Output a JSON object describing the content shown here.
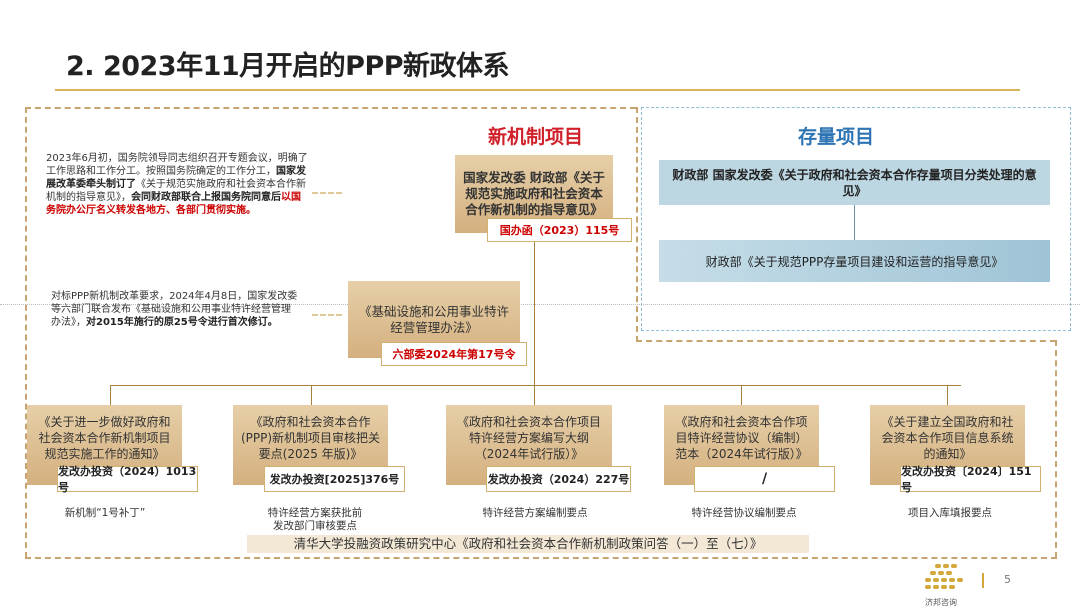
{
  "title": "2. 2023年11月开启的PPP新政体系",
  "new_mechanism": {
    "heading": "新机制项目",
    "para1_a": "2023年6月初，国务院领导同志组织召开专题会议，明确了工作思路和工作分工。按照国务院确定的工作分工，",
    "para1_b": "国家发展改革委牵头制订了",
    "para1_c": "《关于规范实施政府和社会资本合作新机制的指导意见》，",
    "para1_d": "会同财政部联合上报国务院同意后",
    "para1_e": "以国务院办公厅名义转发各地方、各部门贯彻实施。",
    "top_doc": "国家发改委 财政部《关于规范实施政府和社会资本合作新机制的指导意见》",
    "top_doc_no": "国办函（2023）115号",
    "para2_a": "对标PPP新机制改革要求，2024年4月8日，国家发改委等六部门联合发布《基础设施和公用事业特许经营管理办法》，",
    "para2_b": "对2015年施行的原25号令进行首次修订。",
    "mid_doc": "《基础设施和公用事业特许经营管理办法》",
    "mid_doc_no": "六部委2024年第17号令"
  },
  "stock": {
    "heading": "存量项目",
    "doc1": "财政部 国家发改委《关于政府和社会资本合作存量项目分类处理的意见》",
    "doc2": "财政部《关于规范PPP存量项目建设和运营的指导意见》"
  },
  "bottom_docs": [
    {
      "title": "《关于进一步做好政府和社会资本合作新机制项目规范实施工作的通知》",
      "no": "发改办投资（2024）1013号",
      "caption": "新机制“1号补丁”"
    },
    {
      "title": "《政府和社会资本合作(PPP)新机制项目审核把关要点(2025 年版)》",
      "no": "发改办投资[2025]376号",
      "caption": "特许经营方案获批前\n发改部门审核要点"
    },
    {
      "title": "《政府和社会资本合作项目特许经营方案编写大纲（2024年试行版）》",
      "no": "发改办投资（2024）227号",
      "caption": "特许经营方案编制要点"
    },
    {
      "title": "《政府和社会资本合作项目特许经营协议（编制）范本（2024年试行版）》",
      "no": "/",
      "caption": "特许经营协议编制要点"
    },
    {
      "title": "《关于建立全国政府和社会资本合作项目信息系统的通知》",
      "no": "发改办投资〔2024〕151号",
      "caption": "项目入库填报要点"
    }
  ],
  "banner": "清华大学投融资政策研究中心《政府和社会资本合作新机制政策问答（一）至（七）》",
  "footer": {
    "logo_text": "济邦咨询",
    "page": "5"
  }
}
